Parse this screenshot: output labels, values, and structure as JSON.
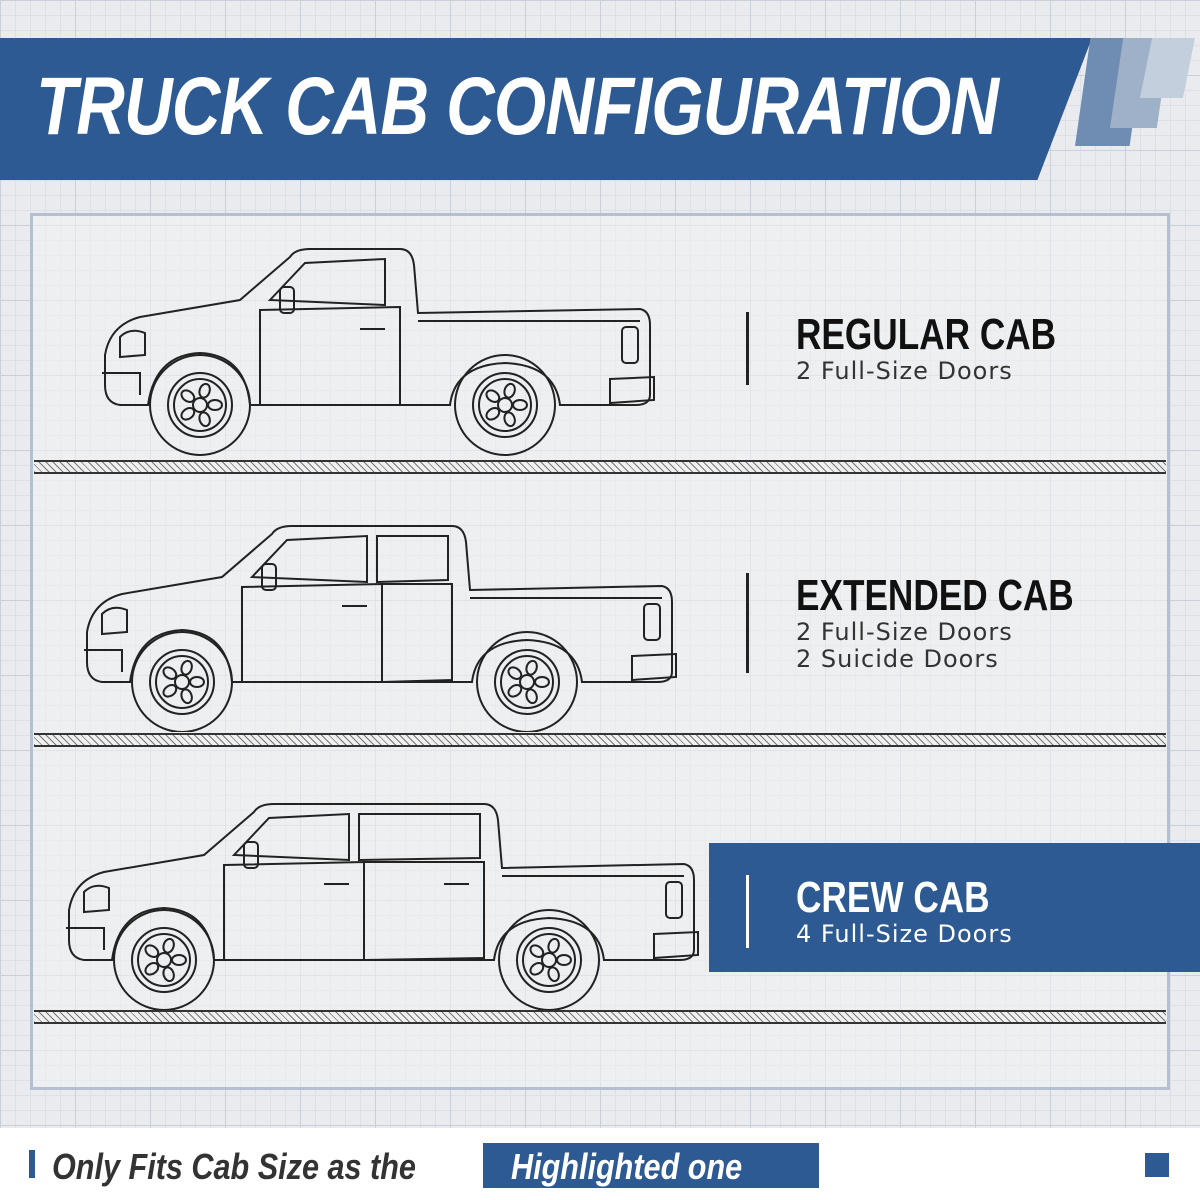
{
  "header": {
    "title": "TRUCK CAB CONFIGURATION"
  },
  "cabs": [
    {
      "name": "REGULAR CAB",
      "lines": [
        "2 Full-Size Doors"
      ],
      "highlighted": false
    },
    {
      "name": "EXTENDED CAB",
      "lines": [
        "2 Full-Size Doors",
        "2 Suicide Doors"
      ],
      "highlighted": false
    },
    {
      "name": "CREW CAB",
      "lines": [
        "4 Full-Size Doors"
      ],
      "highlighted": true
    }
  ],
  "footer": {
    "text": "Only Fits Cab Size as the",
    "highlight": "Highlighted one"
  },
  "colors": {
    "accent": "#2d5a92"
  }
}
